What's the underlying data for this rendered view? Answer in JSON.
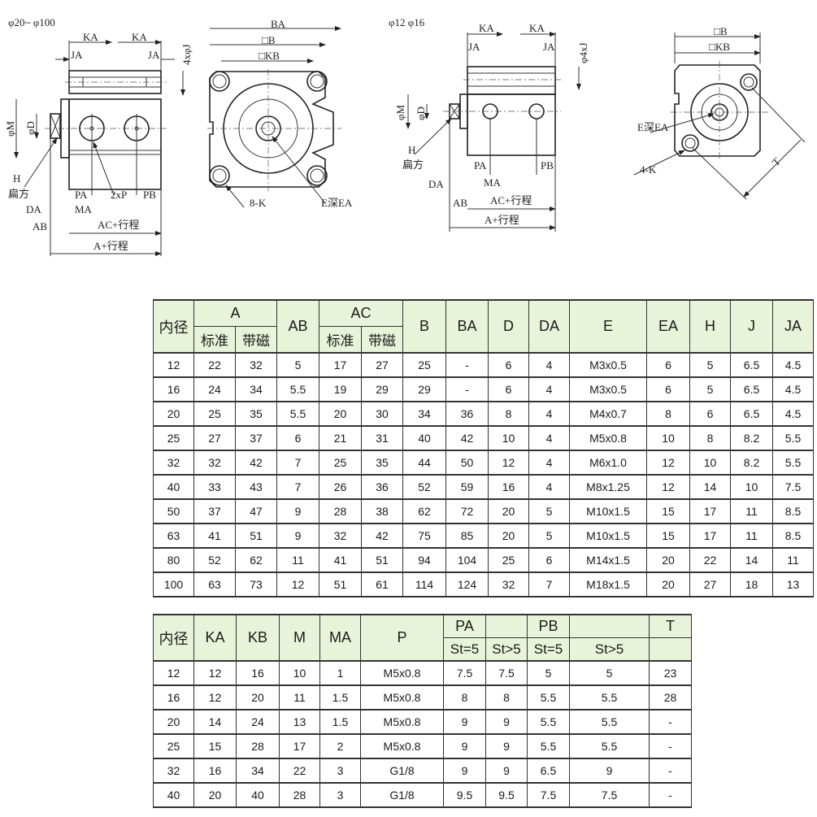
{
  "drawing_left": {
    "title": "φ20~ φ100",
    "side": {
      "ka": "KA",
      "ja": "JA",
      "j": "4xφJ",
      "m": "φM",
      "d": "φD",
      "h": "H",
      "flat": "扁方",
      "da": "DA",
      "ab": "AB",
      "pa": "PA",
      "p": "2xP",
      "pb": "PB",
      "ma": "MA",
      "ac": "AC+行程",
      "a": "A+行程"
    },
    "front": {
      "ba": "BA",
      "b": "□B",
      "kb": "□KB",
      "k": "8-K",
      "e": "E深EA"
    }
  },
  "drawing_right": {
    "title": "φ12 φ16",
    "side": {
      "ka": "KA",
      "ja": "JA",
      "j": "φ4xJ",
      "m": "φM",
      "d": "φD",
      "h": "H",
      "flat": "扁方",
      "da": "DA",
      "ab": "AB",
      "pa": "PA",
      "pb": "PB",
      "ma": "MA",
      "ac": "AC+行程",
      "a": "A+行程"
    },
    "front": {
      "b": "□B",
      "kb": "□KB",
      "e": "E深EA",
      "k": "4-K",
      "t": "T"
    }
  },
  "table1": {
    "headers": {
      "bore": "内径",
      "a": "A",
      "ab": "AB",
      "ac": "AC",
      "std": "标准",
      "mag": "带磁",
      "b": "B",
      "ba": "BA",
      "d": "D",
      "da": "DA",
      "e": "E",
      "ea": "EA",
      "h": "H",
      "j": "J",
      "ja": "JA"
    },
    "rows": [
      [
        "12",
        "22",
        "32",
        "5",
        "17",
        "27",
        "25",
        "-",
        "6",
        "4",
        "M3x0.5",
        "6",
        "5",
        "6.5",
        "4.5"
      ],
      [
        "16",
        "24",
        "34",
        "5.5",
        "19",
        "29",
        "29",
        "-",
        "6",
        "4",
        "M3x0.5",
        "6",
        "5",
        "6.5",
        "4.5"
      ],
      [
        "20",
        "25",
        "35",
        "5.5",
        "20",
        "30",
        "34",
        "36",
        "8",
        "4",
        "M4x0.7",
        "8",
        "6",
        "6.5",
        "4.5"
      ],
      [
        "25",
        "27",
        "37",
        "6",
        "21",
        "31",
        "40",
        "42",
        "10",
        "4",
        "M5x0.8",
        "10",
        "8",
        "8.2",
        "5.5"
      ],
      [
        "32",
        "32",
        "42",
        "7",
        "25",
        "35",
        "44",
        "50",
        "12",
        "4",
        "M6x1.0",
        "12",
        "10",
        "8.2",
        "5.5"
      ],
      [
        "40",
        "33",
        "43",
        "7",
        "26",
        "36",
        "52",
        "59",
        "16",
        "4",
        "M8x1.25",
        "12",
        "14",
        "10",
        "7.5"
      ],
      [
        "50",
        "37",
        "47",
        "9",
        "28",
        "38",
        "62",
        "72",
        "20",
        "5",
        "M10x1.5",
        "15",
        "17",
        "11",
        "8.5"
      ],
      [
        "63",
        "41",
        "51",
        "9",
        "32",
        "42",
        "75",
        "85",
        "20",
        "5",
        "M10x1.5",
        "15",
        "17",
        "11",
        "8.5"
      ],
      [
        "80",
        "52",
        "62",
        "11",
        "41",
        "51",
        "94",
        "104",
        "25",
        "6",
        "M14x1.5",
        "20",
        "22",
        "14",
        "11"
      ],
      [
        "100",
        "63",
        "73",
        "12",
        "51",
        "61",
        "114",
        "124",
        "32",
        "7",
        "M18x1.5",
        "20",
        "27",
        "18",
        "13"
      ]
    ]
  },
  "table2": {
    "headers": {
      "bore": "内径",
      "ka": "KA",
      "kb": "KB",
      "m": "M",
      "ma": "MA",
      "p": "P",
      "pa": "PA",
      "pb": "PB",
      "t": "T",
      "st5a": "St=5",
      "stg5a": "St>5",
      "st5b": "St=5",
      "stg5b": "St>5"
    },
    "rows": [
      [
        "12",
        "12",
        "16",
        "10",
        "1",
        "M5x0.8",
        "7.5",
        "7.5",
        "5",
        "5",
        "23"
      ],
      [
        "16",
        "12",
        "20",
        "11",
        "1.5",
        "M5x0.8",
        "8",
        "8",
        "5.5",
        "5.5",
        "28"
      ],
      [
        "20",
        "14",
        "24",
        "13",
        "1.5",
        "M5x0.8",
        "9",
        "9",
        "5.5",
        "5.5",
        "-"
      ],
      [
        "25",
        "15",
        "28",
        "17",
        "2",
        "M5x0.8",
        "9",
        "9",
        "5.5",
        "5.5",
        "-"
      ],
      [
        "32",
        "16",
        "34",
        "22",
        "3",
        "G1/8",
        "9",
        "9",
        "6.5",
        "9",
        "-"
      ],
      [
        "40",
        "20",
        "40",
        "28",
        "3",
        "G1/8",
        "9.5",
        "9.5",
        "7.5",
        "7.5",
        "-"
      ]
    ]
  },
  "colors": {
    "header_bg": "#e8f3d9",
    "border": "#333333"
  }
}
